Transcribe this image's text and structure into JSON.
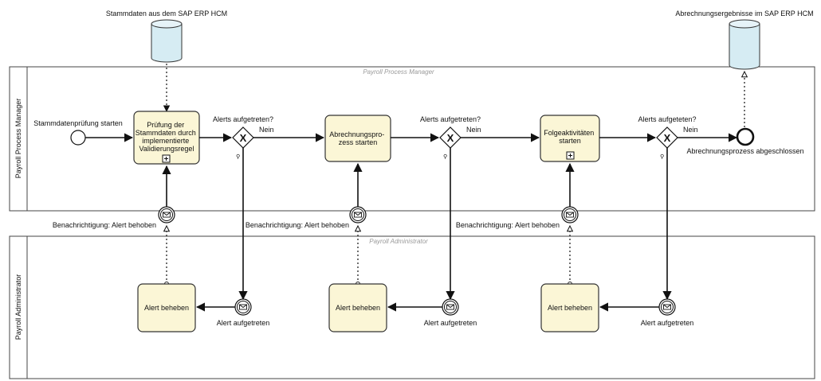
{
  "data_stores": {
    "source": "Stammdaten aus dem SAP ERP HCM",
    "target": "Abrechnungsergebnisse im SAP ERP HCM"
  },
  "pools": {
    "manager": {
      "lane_label": "Payroll Process Manager",
      "watermark": "Payroll Process Manager"
    },
    "admin": {
      "lane_label": "Payroll Administrator",
      "watermark": "Payroll Administrator"
    }
  },
  "events": {
    "start": "Stammdatenprüfung starten",
    "end": "Abrechnungsprozess abgeschlossen",
    "alert_received": "Alert aufgetreten",
    "notification": "Benachrichtigung: Alert behoben"
  },
  "tasks": {
    "pruefung": [
      "Prüfung der",
      "Stammdaten durch",
      "implementierte",
      "Validierungsregel"
    ],
    "abrechnung": [
      "Abrechnungspro-",
      "zess starten"
    ],
    "folge": [
      "Folgeaktivitäten",
      "starten"
    ],
    "fix": "Alert beheben"
  },
  "gateways": {
    "g1_question": "Alerts aufgetreten?",
    "g2_question": "Alerts aufgetreten?",
    "g3_question": "Alerts aufgeteten?",
    "no": "Nein",
    "marker": "X"
  },
  "colors": {
    "task_fill": "#fbf6d6",
    "datastore_fill": "#d6ecf3",
    "line": "#111111"
  }
}
